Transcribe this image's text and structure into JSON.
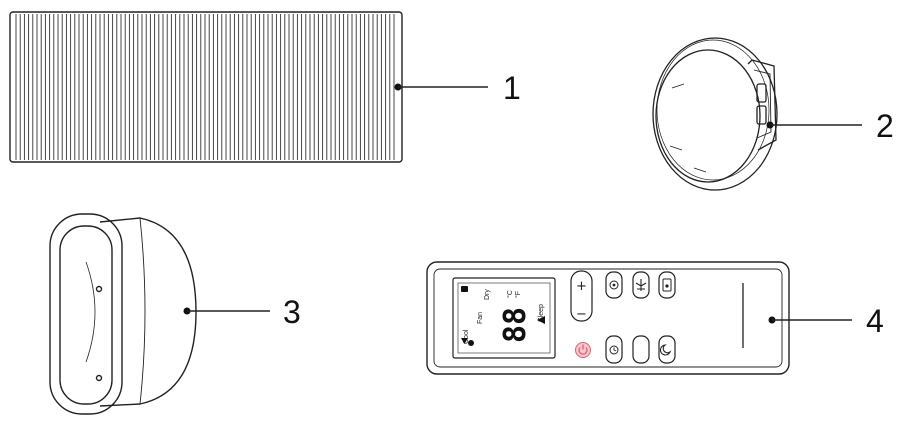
{
  "parts": [
    {
      "id": "hose",
      "number": "1"
    },
    {
      "id": "window-adaptor-ring",
      "number": "2"
    },
    {
      "id": "hose-nozzle",
      "number": "3"
    },
    {
      "id": "remote-control",
      "number": "4"
    }
  ],
  "remote": {
    "lcd": {
      "digits": "88",
      "mode_cool": "Cool",
      "mode_fan": "Fan",
      "mode_dry": "Dry",
      "mode_sleep": "Sleep",
      "temp_c": "°C",
      "temp_f": "°F"
    },
    "buttons": {
      "plus": "+",
      "minus": "−"
    },
    "colors": {
      "power_button": "#e06070"
    },
    "icons": [
      "mode-icon",
      "fan-speed-icon",
      "swing-icon",
      "power-icon",
      "timer-icon",
      "sleep-icon"
    ]
  }
}
